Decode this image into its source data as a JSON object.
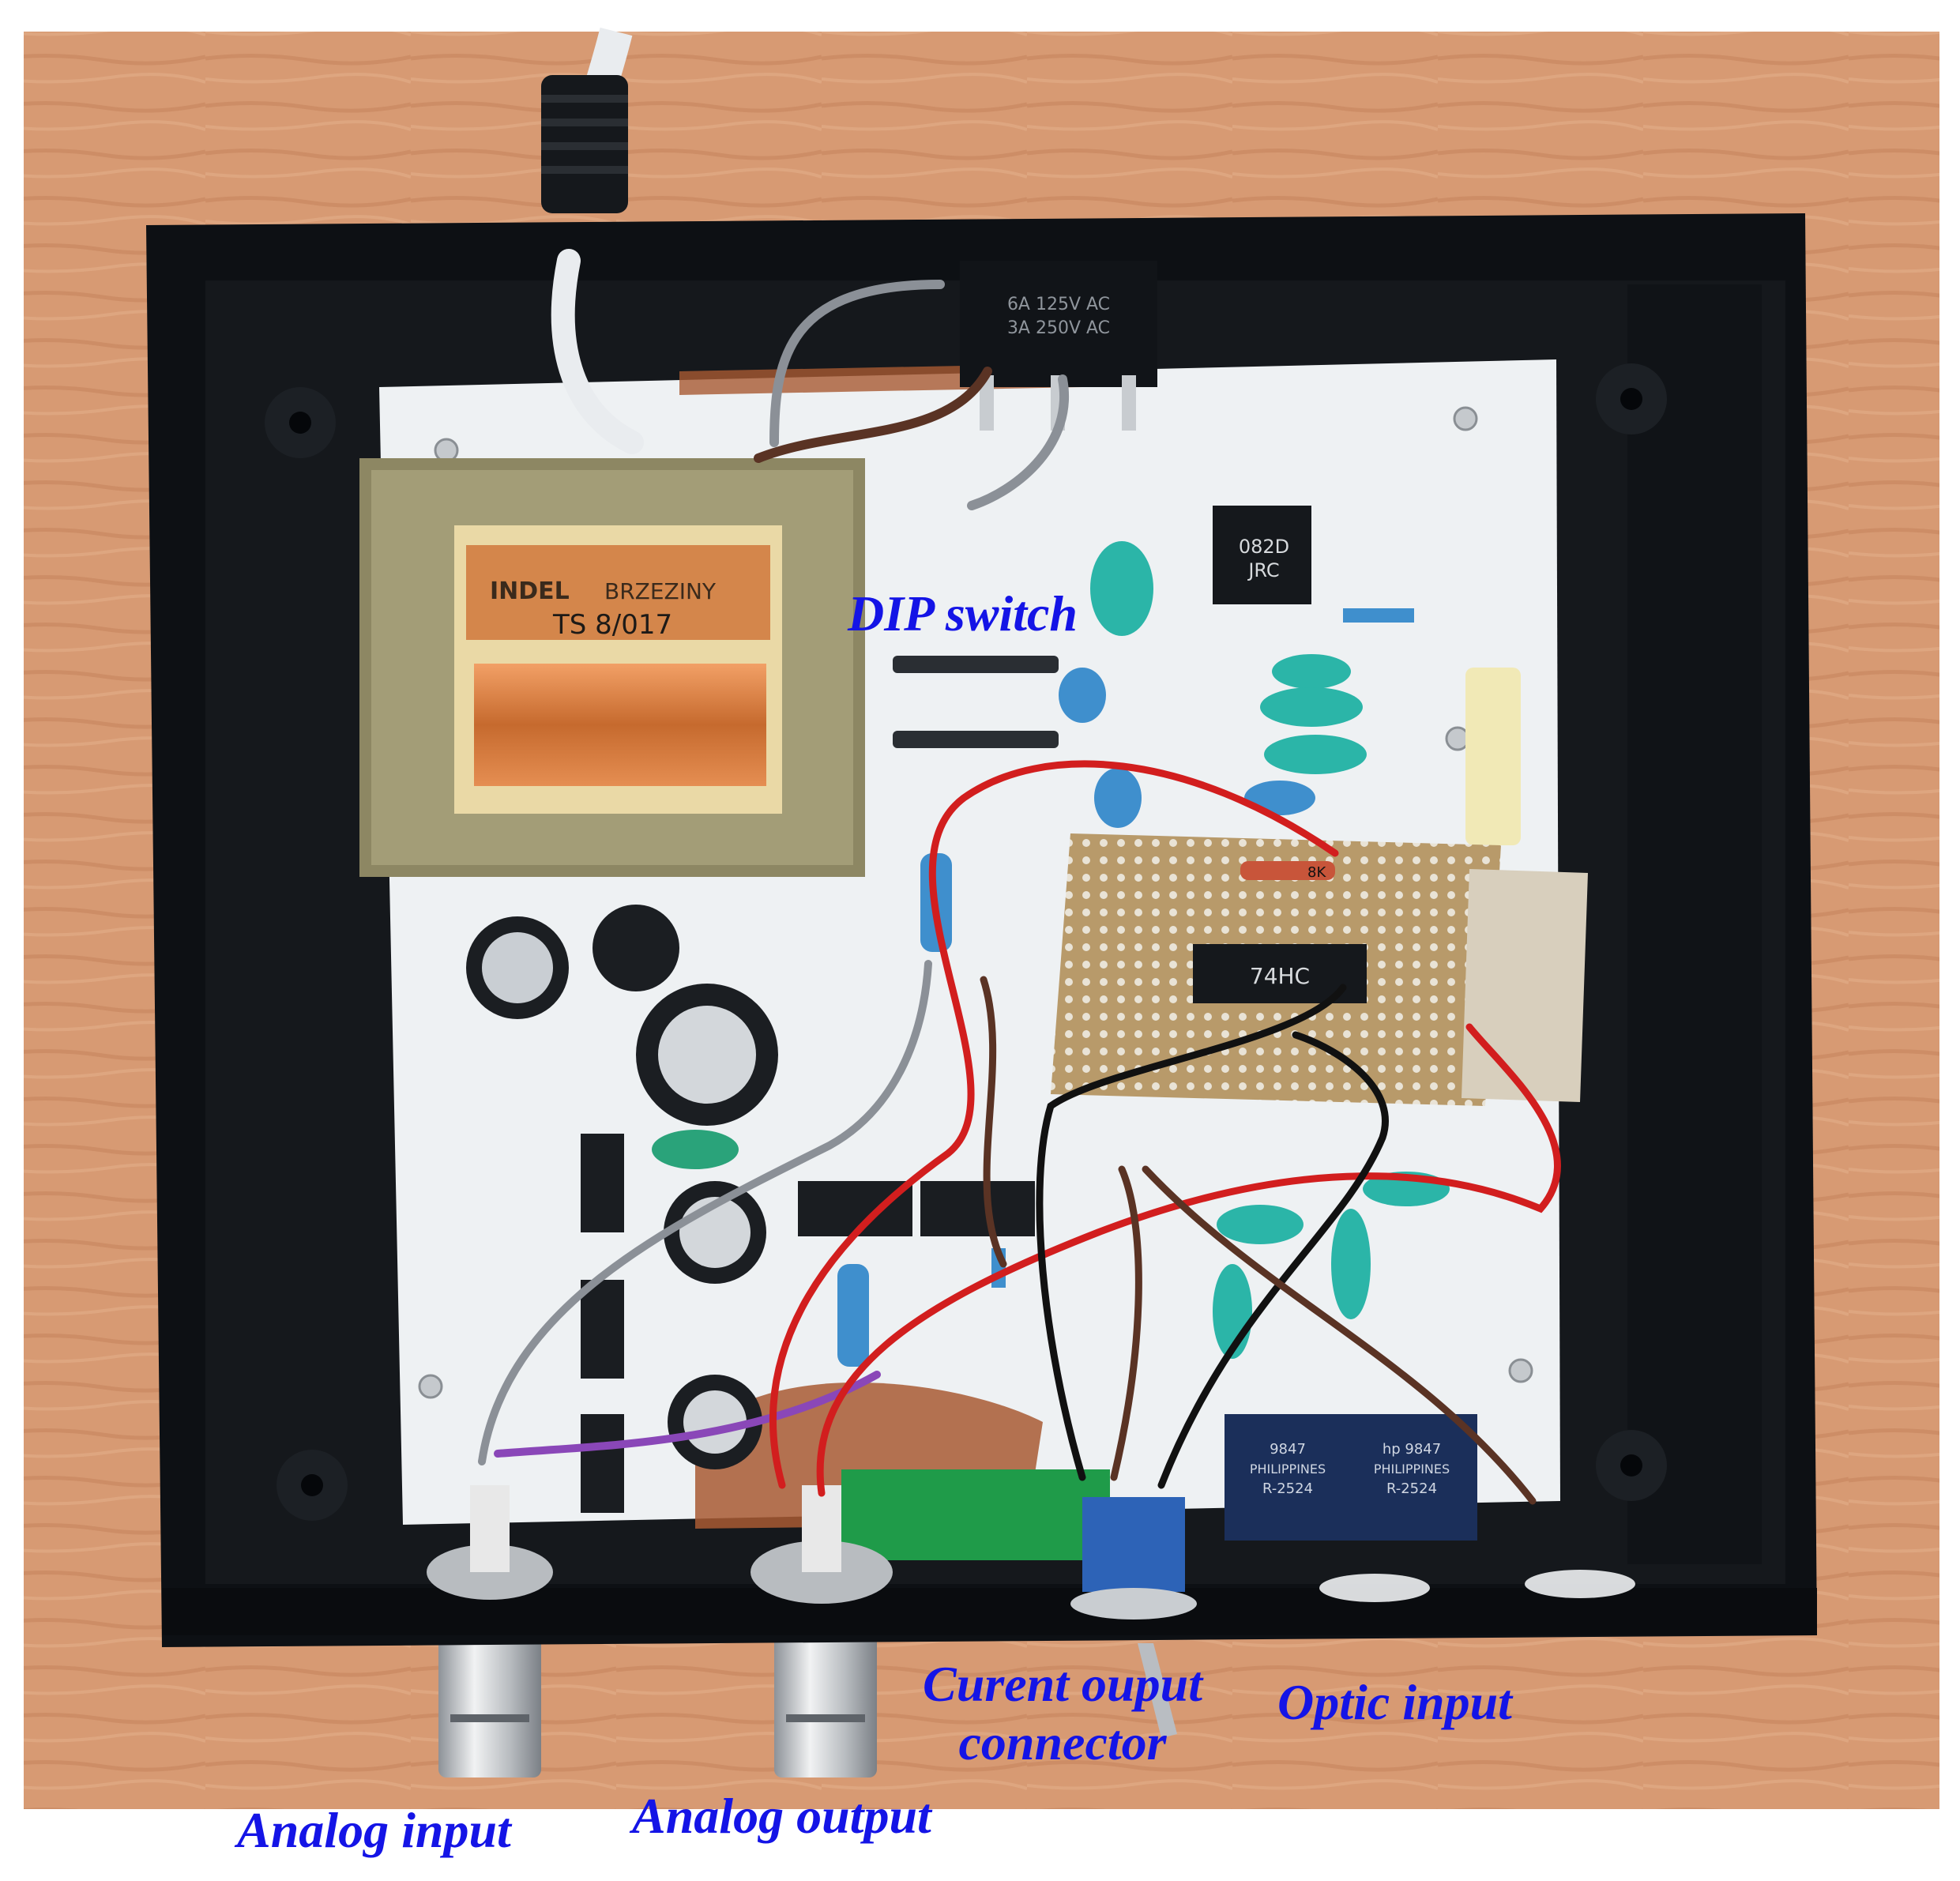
{
  "labels": {
    "dip_switch": "DIP switch",
    "current_output_line1": "Curent ouput",
    "current_output_line2": "connector",
    "optic_input": "Optic input",
    "analog_input": "Analog input",
    "analog_output": "Analog output"
  },
  "component_markings": {
    "transformer_brand": "INDEL",
    "transformer_maker": "BRZEZINY",
    "transformer_model": "TS 8/017",
    "opamp": "082D",
    "opamp_maker": "JRC",
    "switch_rating_1": "6A 125V AC",
    "switch_rating_2": "3A 250V AC",
    "resistor": "8K",
    "ic": "74HC",
    "optic_left": "9847 PHILIPPINES R-2524",
    "optic_right": "hp 9847 PHILIPPINES R-2524"
  },
  "colors": {
    "label": "#1414e6",
    "enclosure": "#0d1014",
    "board": "#eef1f3",
    "table": "#d79a73",
    "wire_red": "#d21e1e",
    "wire_black": "#111111",
    "wire_brown": "#5a3324",
    "wire_grey": "#8b9097",
    "wire_purple": "#8a47b8"
  }
}
